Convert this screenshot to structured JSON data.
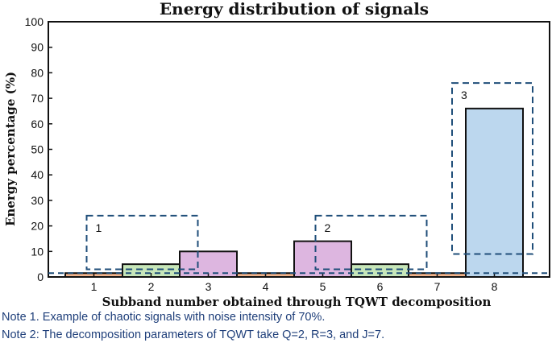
{
  "chart_data": {
    "type": "bar",
    "title": "Energy distribution of signals",
    "xlabel": "Subband number obtained through TQWT decomposition",
    "ylabel": "Energy percentage (%)",
    "ylim": [
      0,
      100
    ],
    "yticks": [
      0,
      10,
      20,
      30,
      40,
      50,
      60,
      70,
      80,
      90,
      100
    ],
    "categories": [
      "1",
      "2",
      "3",
      "4",
      "5",
      "6",
      "7",
      "8"
    ],
    "values": [
      1.5,
      5,
      10,
      1.5,
      14,
      5,
      1.5,
      66
    ],
    "bar_colors": [
      "#f2b38a",
      "#c7e6b9",
      "#ddb6e0",
      "#f2b38a",
      "#ddb6e0",
      "#c7e6b9",
      "#f2b38a",
      "#bcd7ee"
    ],
    "dashed_line_color": "#1f4e79",
    "groups": [
      {
        "label": "1",
        "from": "1",
        "to": "3",
        "ymin": 3,
        "ymax": 24
      },
      {
        "label": "2",
        "from": "5",
        "to": "7",
        "ymin": 3,
        "ymax": 24
      },
      {
        "label": "3",
        "from": "8",
        "to": "8",
        "ymin": 9,
        "ymax": 76
      }
    ],
    "reference_line": 1.5
  },
  "notes": [
    "Note 1. Example of chaotic signals with noise intensity of 70%.",
    "Note 2: The decomposition parameters of TQWT take Q=2, R=3, and J=7."
  ]
}
